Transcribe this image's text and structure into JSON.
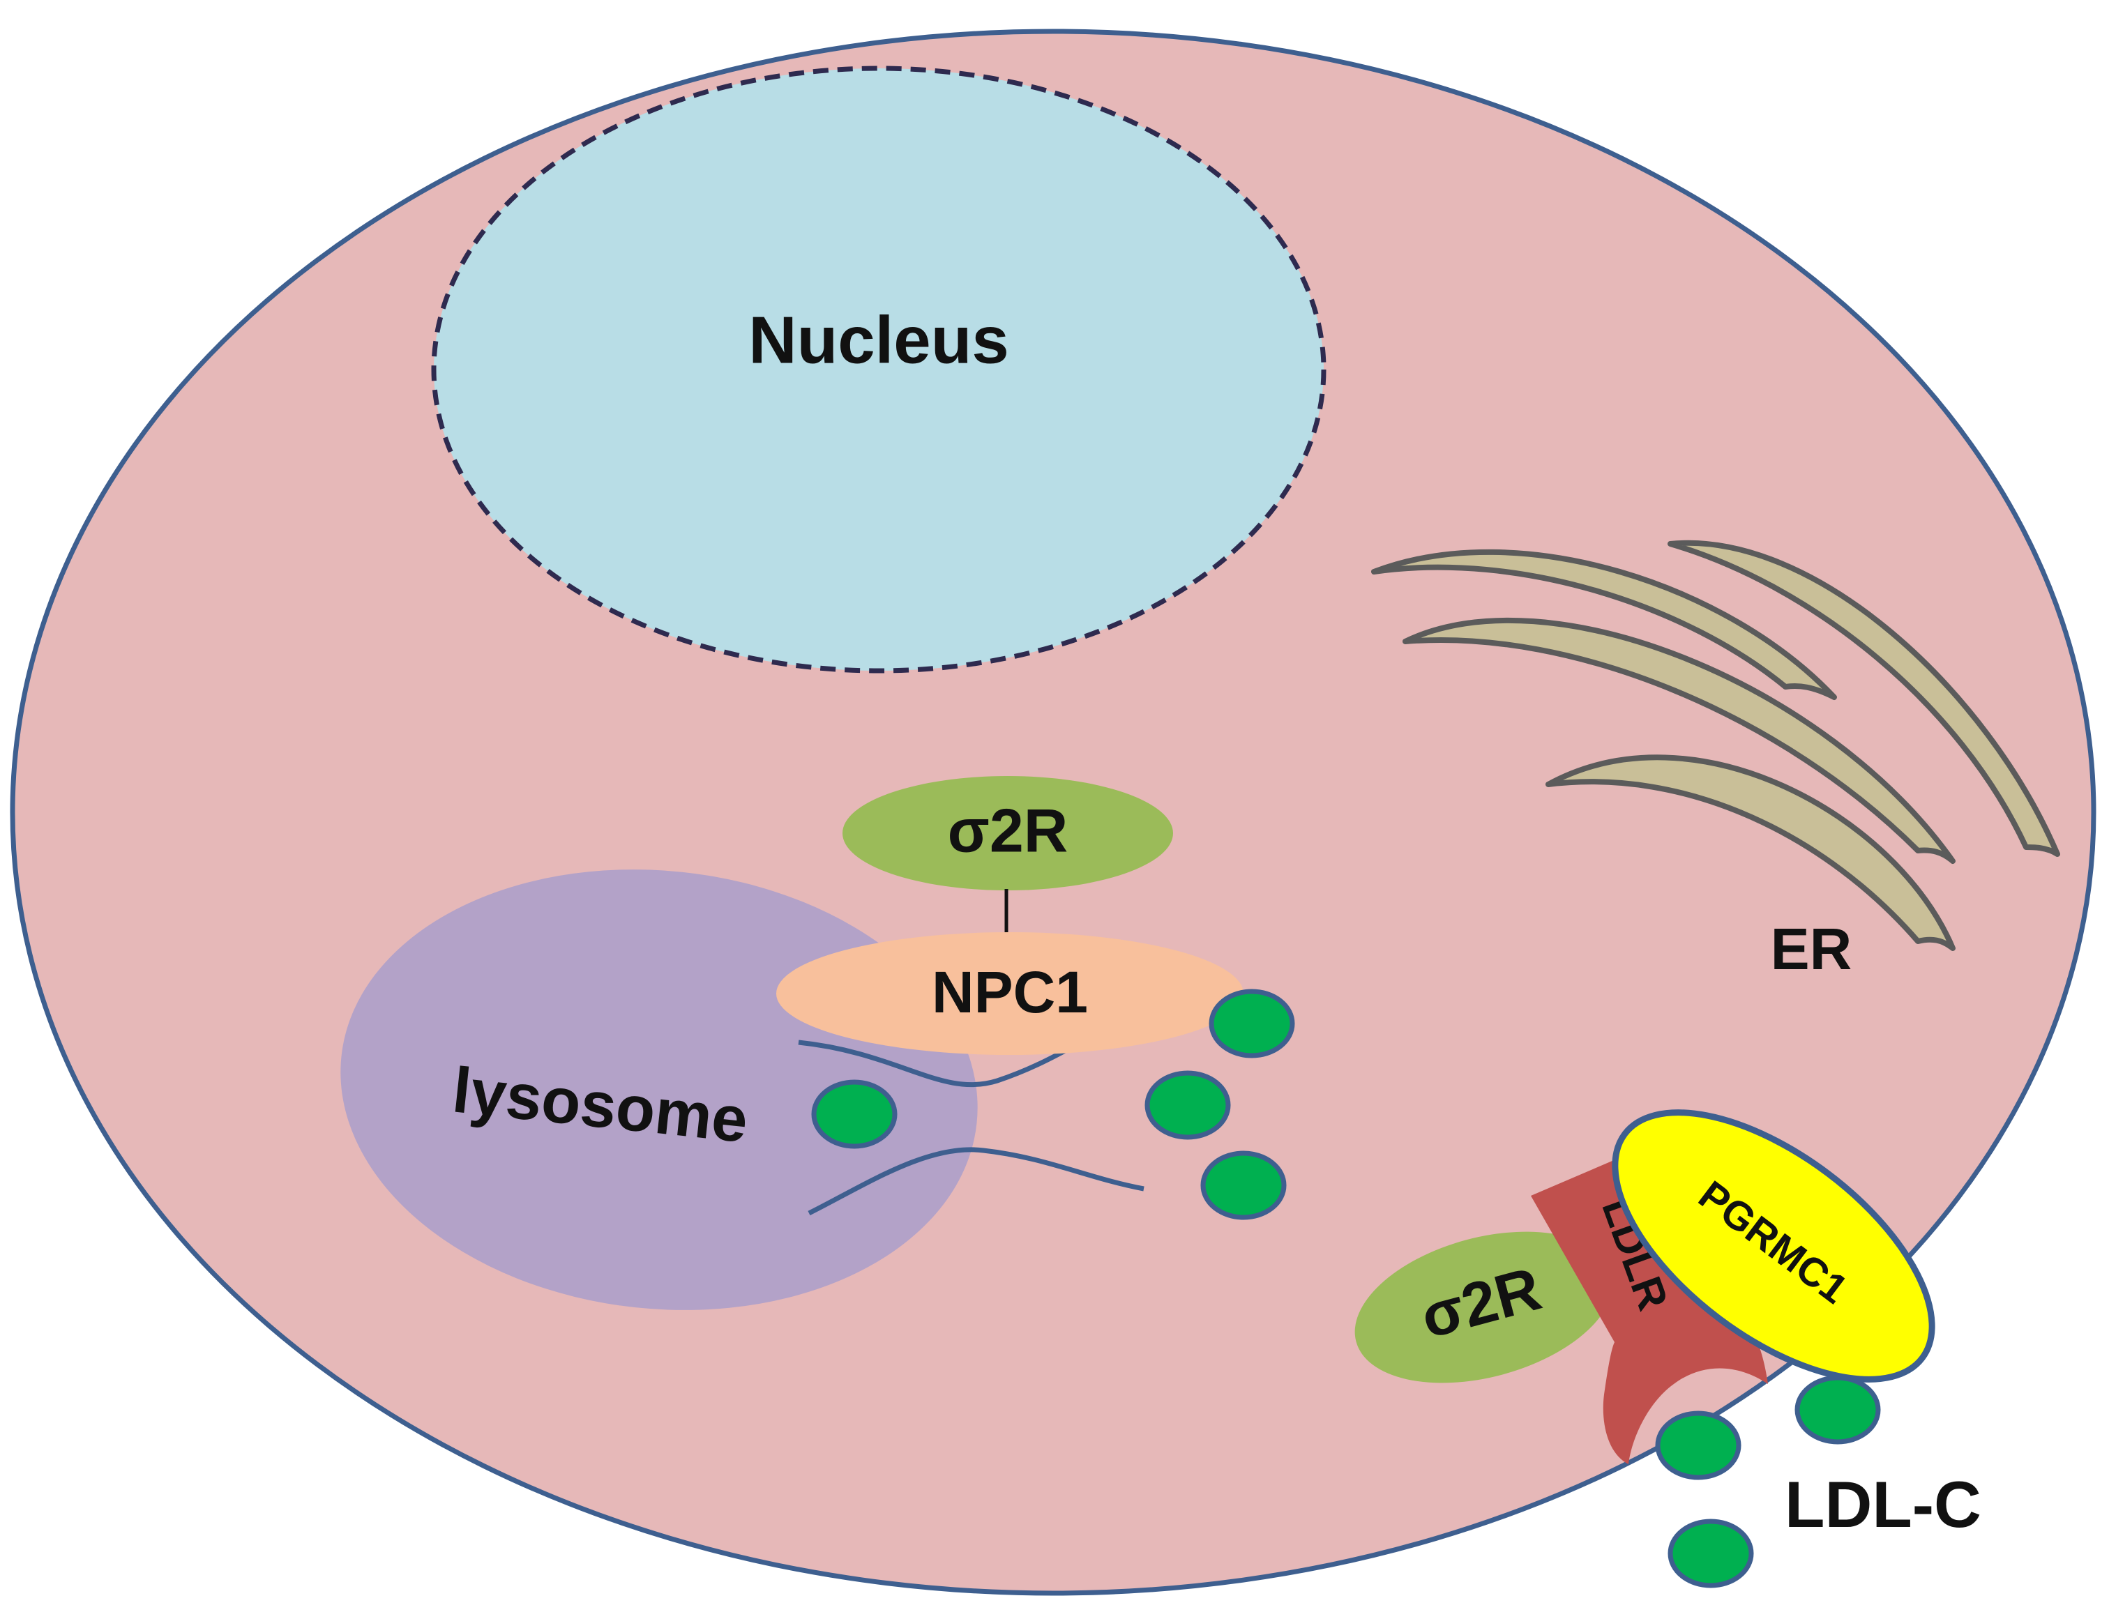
{
  "labels": {
    "nucleus": "Nucleus",
    "er": "ER",
    "lysosome": "lysosome",
    "npc1": "NPC1",
    "sigma2r_top": "σ2R",
    "sigma2r_bottom": "σ2R",
    "ldlr": "LDLR",
    "pgrmc1": "PGRMC1",
    "ldl_c": "LDL-C"
  },
  "colors": {
    "cell_fill": "#e6b8b8",
    "cell_outline": "#3e5f8f",
    "nucleus_fill": "#b8dde6",
    "nucleus_outline": "#2e2a4f",
    "er_fill": "#c9bf98",
    "er_outline": "#5b5b5b",
    "lysosome_fill": "#b3a2c8",
    "npc1_fill": "#f8c09c",
    "sigma2r_fill": "#9bbb59",
    "ldlr_fill": "#c0504d",
    "pgrmc1_fill": "#ffff00",
    "ldl_particle_fill": "#00b050",
    "ldl_particle_outline": "#3e5f8f"
  },
  "relations": [
    {
      "from": "σ2R",
      "to": "NPC1",
      "type": "inhibition"
    }
  ]
}
